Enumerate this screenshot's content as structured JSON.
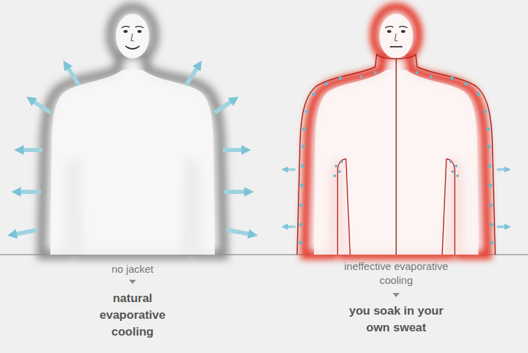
{
  "diagram": {
    "labels": [
      "no jacket",
      "natural evaporative cooling",
      "ineffective evaporative cooling",
      "you soak in your own sweat"
    ]
  }
}
